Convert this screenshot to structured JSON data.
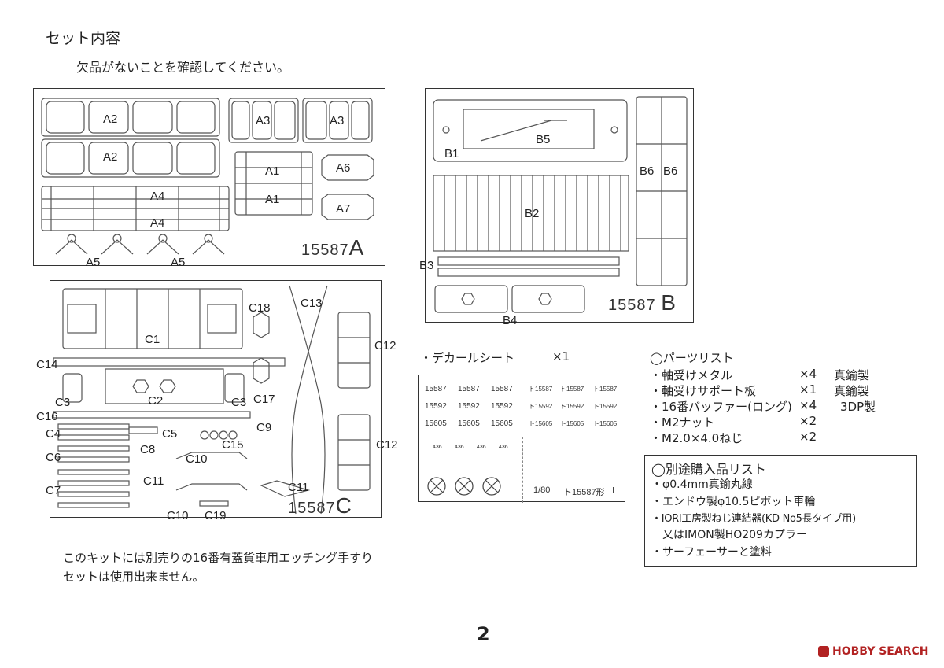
{
  "header": {
    "title": "セット内容",
    "subtitle": "欠品がないことを確認してください。"
  },
  "sheetA": {
    "labels": [
      "A2",
      "A2",
      "A3",
      "A3",
      "A1",
      "A1",
      "A6",
      "A7",
      "A4",
      "A4",
      "A5",
      "A5"
    ],
    "mark_num": "15587",
    "mark_letter": "A"
  },
  "sheetB": {
    "labels": [
      "B1",
      "B5",
      "B6",
      "B6",
      "B2",
      "B3",
      "B4"
    ],
    "mark_num": "15587",
    "mark_letter": "B"
  },
  "sheetC": {
    "labels": [
      "C13",
      "C18",
      "C1",
      "C12",
      "C14",
      "C2",
      "C3",
      "C3",
      "C17",
      "C16",
      "C9",
      "C4",
      "C5",
      "C8",
      "C15",
      "C6",
      "C10",
      "C12",
      "C7",
      "C11",
      "C11",
      "C10",
      "C19"
    ],
    "mark_num": "15587",
    "mark_letter": "C"
  },
  "decal": {
    "label": "・デカールシート",
    "qty": "×1",
    "row1": [
      "15587",
      "15587",
      "15587",
      "ト15587",
      "ト15587",
      "ト15587"
    ],
    "row2": [
      "15592",
      "15592",
      "15592",
      "ト15592",
      "ト15592",
      "ト15592"
    ],
    "row3": [
      "15605",
      "15605",
      "15605",
      "ト15605",
      "ト15605",
      "ト15605"
    ],
    "small": [
      "436",
      "436",
      "436",
      "436"
    ],
    "scale": "1/80",
    "name": "ト15587形",
    "roman": "Ⅰ"
  },
  "parts_list": {
    "title": "◯パーツリスト",
    "items": [
      {
        "name": "・軸受けメタル",
        "qty": "×4",
        "mat": "真鍮製"
      },
      {
        "name": "・軸受けサポート板",
        "qty": "×1",
        "mat": "真鍮製"
      },
      {
        "name": "・16番バッファー(ロング)",
        "qty": "×4",
        "mat": "3DP製"
      },
      {
        "name": "・M2ナット",
        "qty": "×2",
        "mat": ""
      },
      {
        "name": "・M2.0×4.0ねじ",
        "qty": "×2",
        "mat": ""
      }
    ]
  },
  "separate_list": {
    "title": "◯別途購入品リスト",
    "items": [
      "・φ0.4mm真鍮丸線",
      "・エンドウ製φ10.5ピボット車輪",
      "・IORI工房製ねじ連結器(KD No5長タイプ用)",
      "又はIMON製HO209カプラー",
      "・サーフェーサーと塗料"
    ]
  },
  "note": {
    "line1": "このキットには別売りの16番有蓋貨車用エッチング手すり",
    "line2": "セットは使用出来ません。"
  },
  "page_number": "2",
  "watermark": {
    "text": "HOBBY SEARCH",
    "color": "#b22222"
  }
}
